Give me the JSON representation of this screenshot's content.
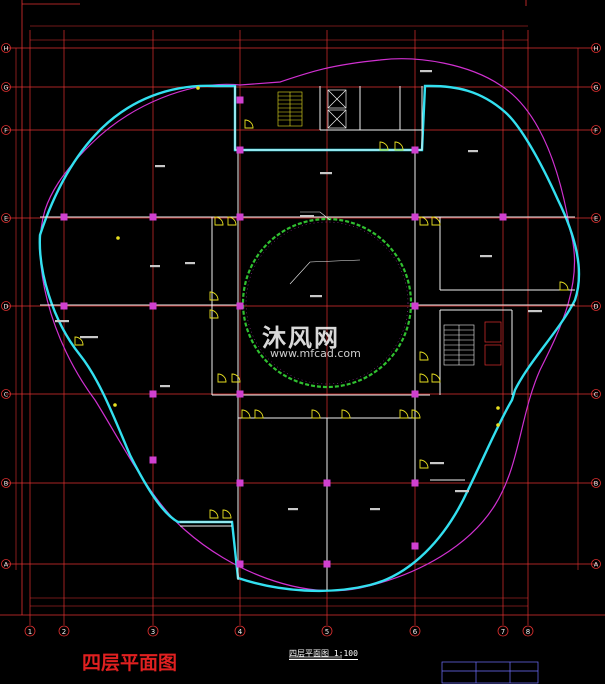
{
  "drawing": {
    "title": "四层平面图",
    "subtitle": "四层平面图 1:100",
    "watermark": {
      "brand": "沐风网",
      "url": "www.mfcad.com"
    }
  },
  "grid": {
    "column_labels": [
      "1",
      "2",
      "3",
      "4",
      "5",
      "6",
      "7",
      "8"
    ],
    "row_labels": [
      "A",
      "B",
      "C",
      "D",
      "E",
      "F",
      "G",
      "H"
    ]
  },
  "colors": {
    "background": "#000000",
    "outline": "#33e0f0",
    "outer_curve": "#d030d0",
    "grid": "#e03030",
    "wall": "#f0f0f0",
    "column": "#d040d0",
    "circle": "#30c030",
    "door": "#e8e020",
    "text": "#ffffff",
    "title": "#e02020"
  }
}
